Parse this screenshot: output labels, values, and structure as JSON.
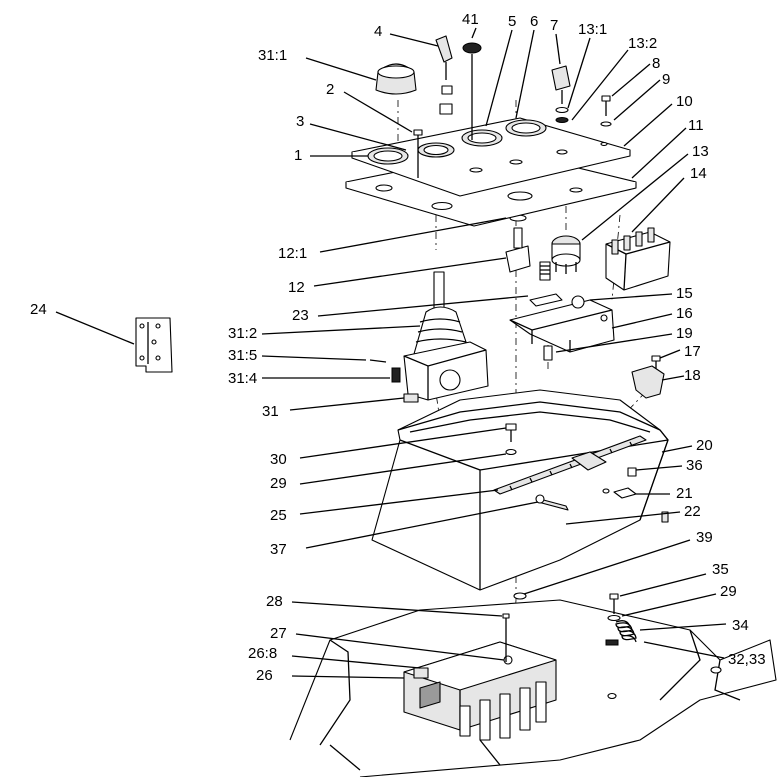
{
  "diagram": {
    "labels": [
      {
        "id": "24",
        "text": "24"
      },
      {
        "id": "31_1",
        "text": "31:1"
      },
      {
        "id": "4",
        "text": "4"
      },
      {
        "id": "41",
        "text": "41"
      },
      {
        "id": "5",
        "text": "5"
      },
      {
        "id": "6",
        "text": "6"
      },
      {
        "id": "7",
        "text": "7"
      },
      {
        "id": "13_1",
        "text": "13:1"
      },
      {
        "id": "13_2",
        "text": "13:2"
      },
      {
        "id": "8",
        "text": "8"
      },
      {
        "id": "9",
        "text": "9"
      },
      {
        "id": "10",
        "text": "10"
      },
      {
        "id": "11",
        "text": "11"
      },
      {
        "id": "13",
        "text": "13"
      },
      {
        "id": "14",
        "text": "14"
      },
      {
        "id": "2",
        "text": "2"
      },
      {
        "id": "3",
        "text": "3"
      },
      {
        "id": "1",
        "text": "1"
      },
      {
        "id": "12_1",
        "text": "12:1"
      },
      {
        "id": "12",
        "text": "12"
      },
      {
        "id": "23",
        "text": "23"
      },
      {
        "id": "15",
        "text": "15"
      },
      {
        "id": "16",
        "text": "16"
      },
      {
        "id": "31_2",
        "text": "31:2"
      },
      {
        "id": "19",
        "text": "19"
      },
      {
        "id": "31_5",
        "text": "31:5"
      },
      {
        "id": "17",
        "text": "17"
      },
      {
        "id": "31_4",
        "text": "31:4"
      },
      {
        "id": "18",
        "text": "18"
      },
      {
        "id": "31",
        "text": "31"
      },
      {
        "id": "20",
        "text": "20"
      },
      {
        "id": "30",
        "text": "30"
      },
      {
        "id": "36",
        "text": "36"
      },
      {
        "id": "29a",
        "text": "29"
      },
      {
        "id": "21",
        "text": "21"
      },
      {
        "id": "25",
        "text": "25"
      },
      {
        "id": "22",
        "text": "22"
      },
      {
        "id": "37",
        "text": "37"
      },
      {
        "id": "39",
        "text": "39"
      },
      {
        "id": "35",
        "text": "35"
      },
      {
        "id": "28",
        "text": "28"
      },
      {
        "id": "29b",
        "text": "29"
      },
      {
        "id": "34",
        "text": "34"
      },
      {
        "id": "27",
        "text": "27"
      },
      {
        "id": "26_8",
        "text": "26:8"
      },
      {
        "id": "32_33",
        "text": "32,33"
      },
      {
        "id": "26",
        "text": "26"
      }
    ]
  }
}
